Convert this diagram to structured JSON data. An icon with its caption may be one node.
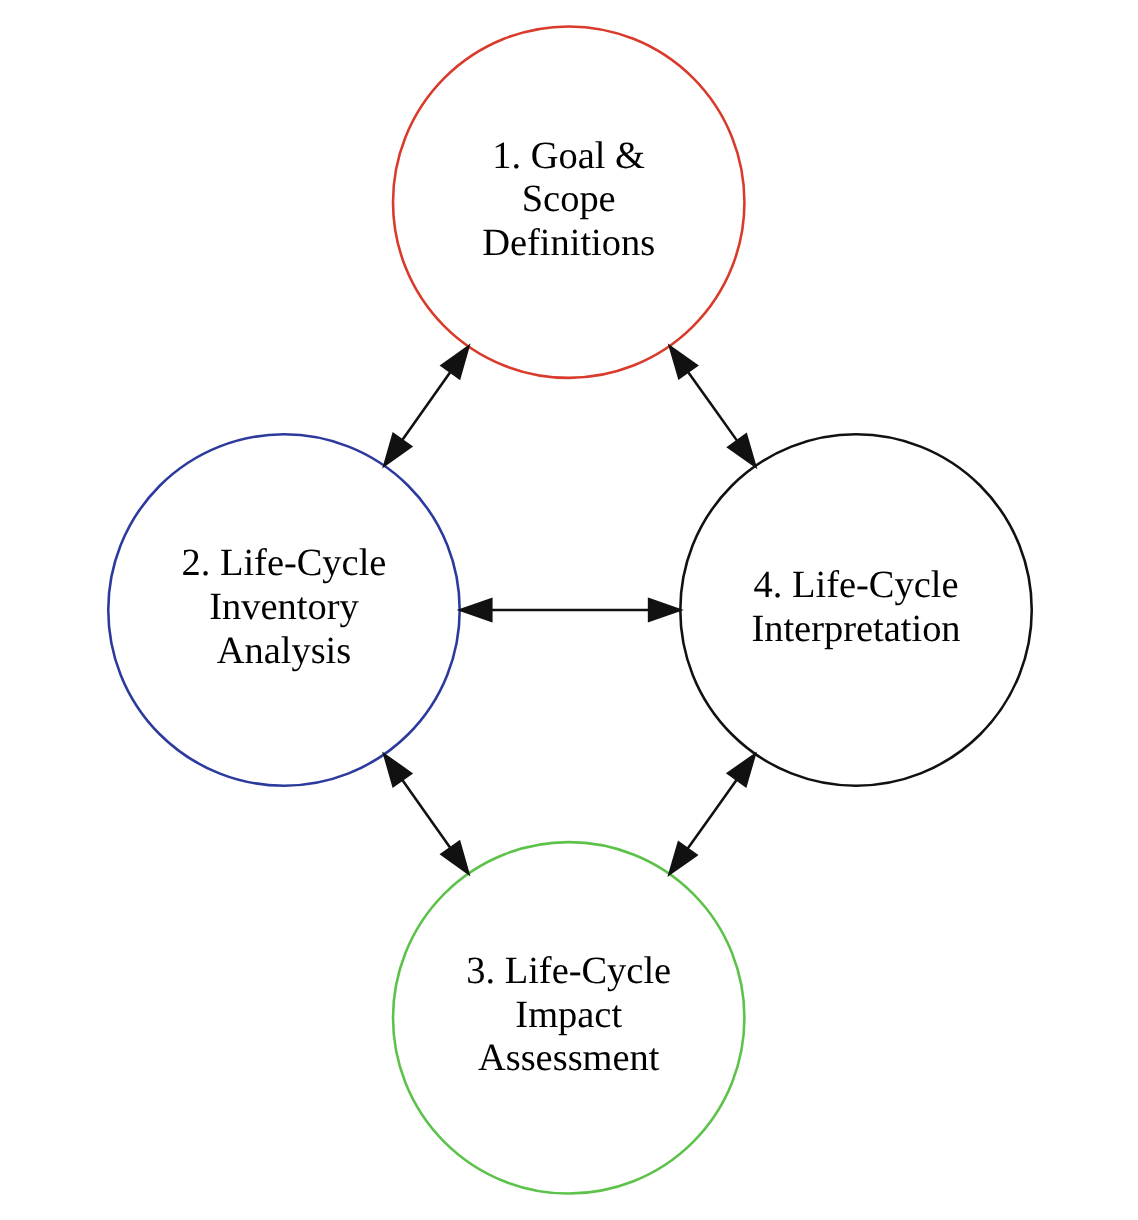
{
  "diagram": {
    "nodes": [
      {
        "text": [
          "1. Goal & Scope Definitions"
        ]
      },
      {
        "text": [
          "2. Life-Cycle Inventory Analysis"
        ]
      },
      {
        "text": [
          "3. Life-Cycle Impact Assessment"
        ]
      },
      {
        "text": [
          "4. Life-Cycle Interpretation"
        ]
      }
    ],
    "edges": [
      {
        "from": 0,
        "to": 1,
        "arrow": "both"
      },
      {
        "from": 0,
        "to": 3,
        "arrow": "both"
      },
      {
        "from": 1,
        "to": 3,
        "arrow": "both"
      },
      {
        "from": 1,
        "to": 2,
        "arrow": "both"
      },
      {
        "from": 3,
        "to": 2,
        "arrow": "both"
      }
    ]
  }
}
